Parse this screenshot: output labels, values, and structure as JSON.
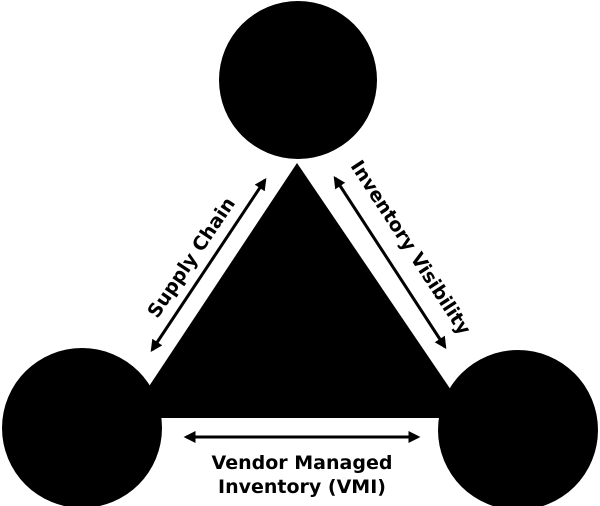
{
  "edges": {
    "left": "Supply Chain",
    "right": "Inventory Visibility",
    "bottom_line1": "Vendor Managed",
    "bottom_line2": "Inventory (VMI)"
  },
  "colors": {
    "fill": "#000000",
    "background": "#ffffff"
  }
}
